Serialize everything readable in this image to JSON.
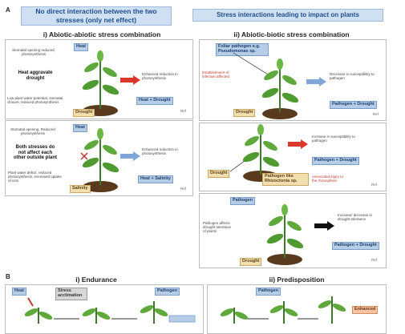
{
  "section_labels": {
    "a": "A",
    "b": "B"
  },
  "headers": {
    "left": "No direct interaction between the two stresses (only net effect)",
    "right": "Stress interactions leading to impact on plants"
  },
  "subtitles": {
    "abiotic": "i) Abiotic-abiotic stress combination",
    "biotic": "ii) Abiotic-biotic stress combination",
    "endurance": "i) Endurance",
    "predisposition": "ii) Predisposition"
  },
  "panel1": {
    "heat_tag": "Heat",
    "drought_tag": "Drought",
    "note_top": "Stomatal opening reduced, photosynthesis",
    "middle": "Heat aggravate drought",
    "note_bottom": "Low plant water potential, stomatal closure, reduced photosynthesis",
    "result": "Enhanced reduction in photosynthesis",
    "combo": "Heat + Drought",
    "ref": "Ref"
  },
  "panel2": {
    "heat_tag": "Heat",
    "salinity_tag": "Salinity",
    "note_top": "Stomatal opening, Reduced photosynthesis",
    "middle": "Both stresses do not affect each other outside plant",
    "note_bottom": "Plant water deficit, reduced photosynthesis, increased uptake of ions",
    "result": "Enhanced reduction in photosynthesis",
    "combo": "Heat + Salinity",
    "ref": "Ref"
  },
  "panel3": {
    "pathogen_tag": "Foliar pathogen e.g. Pseudomonas sp.",
    "side_note": "Establishment of infection affected",
    "drought_tag": "Drought",
    "result": "Decrease in susceptibility to pathogen",
    "combo": "Pathogen + Drought",
    "ref": "Ref"
  },
  "panel4": {
    "drought_tag": "Drought",
    "pathogen_tag": "Pathogen like Rhizoctonia sp.",
    "side_note": "Associated injury to the rhizosphere",
    "result": "Increase in susceptibility to pathogen",
    "combo": "Pathogen + Drought",
    "ref": "Ref"
  },
  "panel5": {
    "pathogen_tag": "Pathogen",
    "side_note": "Pathogen affects drought tolerance of plants",
    "drought_tag": "Drought",
    "result": "Increase/ decrease in drought tolerance",
    "combo": "Pathogen + Drought",
    "ref": "Ref"
  },
  "bottom": {
    "heat_tag": "Heat",
    "stress_tag": "Stress acclimation",
    "pathogen_tag": "Pathogen",
    "pathogen_tag2": "Pathogen",
    "enhanced_tag": "Enhanced"
  }
}
